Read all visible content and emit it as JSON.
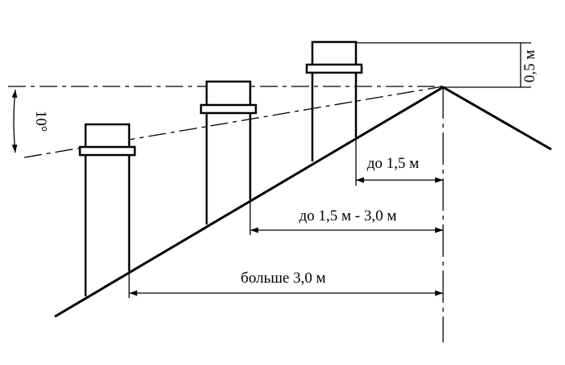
{
  "diagram": {
    "labels": {
      "angle": "10°",
      "height": "0,5 м",
      "dist1": "до 1,5 м",
      "dist2": "до 1,5 м - 3,0 м",
      "dist3": "больше 3,0 м"
    },
    "colors": {
      "stroke": "#000000",
      "background": "#ffffff"
    }
  }
}
